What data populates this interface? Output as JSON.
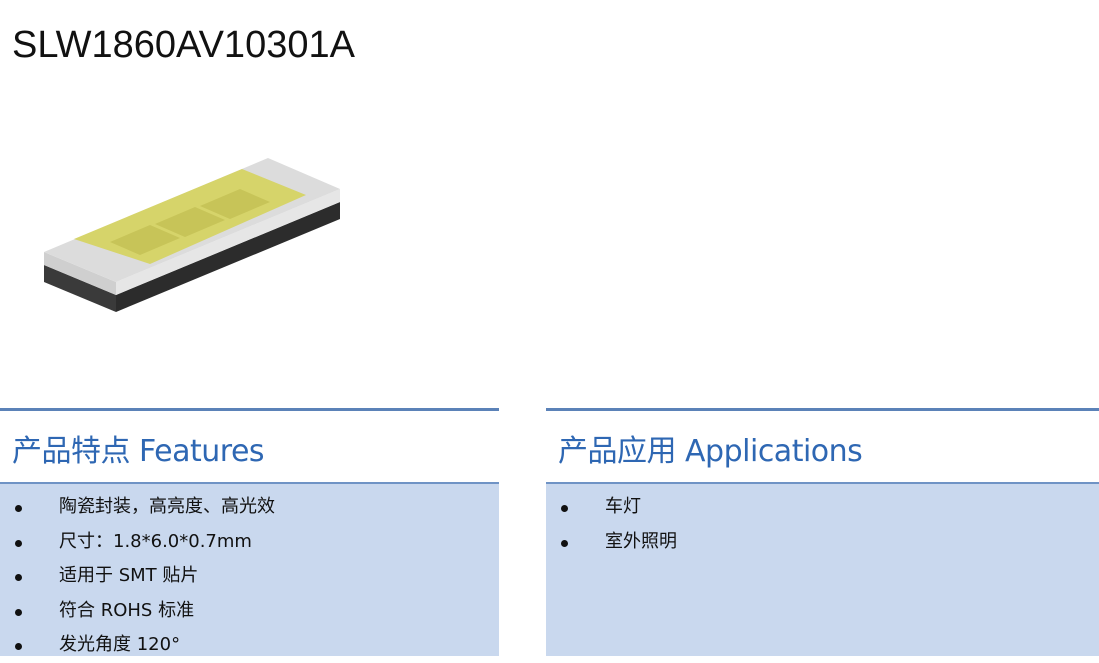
{
  "product": {
    "title": "SLW1860AV10301A"
  },
  "features": {
    "heading": "产品特点 Features",
    "items": [
      "陶瓷封装，高亮度、高光效",
      "尺寸：1.8*6.0*0.7mm",
      "适用于 SMT 贴片",
      "符合 ROHS 标准",
      "发光角度 120°"
    ]
  },
  "applications": {
    "heading": "产品应用 Applications",
    "items": [
      "车灯",
      "室外照明"
    ]
  },
  "colors": {
    "heading_blue": "#2e67b3",
    "panel_bg": "#c9d8ee",
    "rule_blue": "#5b82b8",
    "phosphor_yellow": "#d8d66a"
  }
}
